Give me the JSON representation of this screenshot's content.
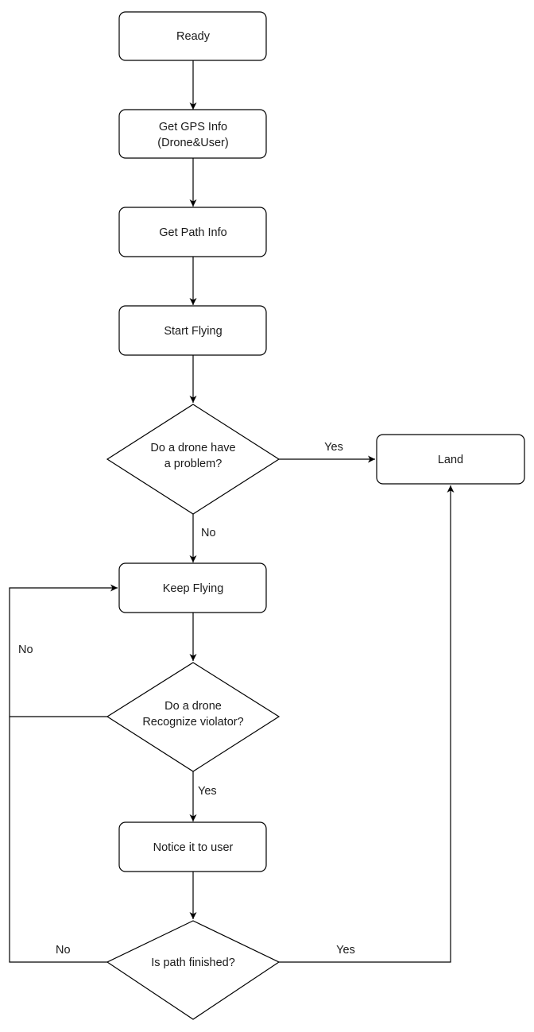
{
  "nodes": {
    "ready": {
      "label": "Ready"
    },
    "gps": {
      "line1": "Get GPS Info",
      "line2": "(Drone&User)"
    },
    "path": {
      "label": "Get Path Info"
    },
    "start": {
      "label": "Start Flying"
    },
    "problem": {
      "line1": "Do a drone have",
      "line2": "a problem?"
    },
    "land": {
      "label": "Land"
    },
    "keep": {
      "label": "Keep Flying"
    },
    "violator": {
      "line1": "Do a drone",
      "line2": "Recognize violator?"
    },
    "notice": {
      "label": "Notice it to user"
    },
    "finished": {
      "label": "Is path finished?"
    }
  },
  "edges": {
    "problem_yes": "Yes",
    "problem_no": "No",
    "violator_no": "No",
    "violator_yes": "Yes",
    "finished_no": "No",
    "finished_yes": "Yes"
  }
}
